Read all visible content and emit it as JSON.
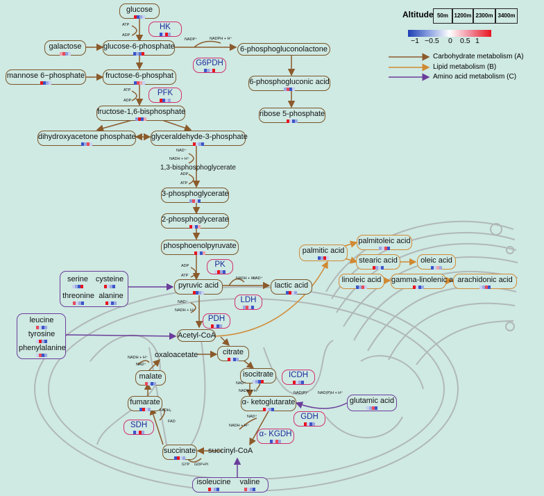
{
  "legend": {
    "altitude_label": "Altitude",
    "altitudes": [
      "50m",
      "1200m",
      "2300m",
      "3400m"
    ],
    "scale_ticks": [
      "−1",
      "−0.5",
      "0",
      "0.5",
      "1"
    ],
    "pathways": [
      {
        "label": "Carbohydrate metabolism (A)",
        "color": "#8b5a2b"
      },
      {
        "label": "Lipid metabolism (B)",
        "color": "#d08a33"
      },
      {
        "label": "Amino acid metabolism (C)",
        "color": "#6a3d9a"
      }
    ]
  },
  "nodes": {
    "glucose": {
      "label": "glucose",
      "heat": [
        "#e8141e",
        "#3b55c8",
        "#9aa8e0",
        "#c8d0f0"
      ]
    },
    "galactose": {
      "label": "galactose",
      "heat": [
        "#f0a0aa",
        "#e84a5a",
        "#8a9ad8",
        "#c8d0f0"
      ]
    },
    "g6p": {
      "label": "glucose-6-phosphate",
      "heat": [
        "#3b55c8",
        "#9aa8e0",
        "#5a6fd0",
        "#e8141e"
      ]
    },
    "mannose": {
      "label": "mannose 6−phosphate",
      "heat": [
        "#e8141e",
        "#3b55c8",
        "#9aa8e0",
        "#c8d0f0"
      ]
    },
    "f6p": {
      "label": "fructose-6-phosphat",
      "heat": [
        "#3b55c8",
        "#e84a5a",
        "#f0a0aa",
        "#c8d0f0"
      ]
    },
    "fbp": {
      "label": "fructose-1,6-bisphosphate",
      "heat": [
        "#8a9ad8",
        "#e8141e",
        "#3b55c8",
        "#f0a0aa"
      ]
    },
    "dhap": {
      "label": "dihydroxyacetone phosphate",
      "heat": [
        "#3b55c8",
        "#9aa8e0",
        "#e84a5a",
        "#c8d0f0"
      ]
    },
    "g3p": {
      "label": "glyceraldehyde-3-phosphate",
      "heat": [
        "#e8141e",
        "#c8d0f0",
        "#9aa8e0",
        "#3b55c8"
      ]
    },
    "pga3": {
      "label": "3-phosphoglycerate",
      "heat": [
        "#8a9ad8",
        "#e84a5a",
        "#c8d0f0",
        "#3b55c8"
      ]
    },
    "pga2": {
      "label": "2-phosphoglycerate",
      "heat": [
        "#e8141e",
        "#c8d0f0",
        "#3b55c8",
        "#f0a0aa"
      ]
    },
    "pep": {
      "label": "phosphoenolpyruvate",
      "heat": [
        "#e8141e",
        "#c8d0f0",
        "#3b55c8",
        "#f0a0aa"
      ]
    },
    "pyruvate": {
      "label": "pyruvic acid",
      "heat": [
        "#e8141e",
        "#3b55c8",
        "#9aa8e0",
        "#c8d0f0"
      ]
    },
    "lactate": {
      "label": "lactic acid",
      "heat": [
        "#3b55c8",
        "#e8141e",
        "#c8d0f0",
        "#9aa8e0"
      ]
    },
    "acetylcoa": {
      "label": "Acetyl-CoA",
      "heat": []
    },
    "pgl6": {
      "label": "6-phosphogluconolactone",
      "heat": []
    },
    "pga6": {
      "label": "6-phosphogluconic acid",
      "heat": [
        "#9aa8e0",
        "#e84a5a",
        "#3b55c8",
        "#c8d0f0"
      ]
    },
    "ribose": {
      "label": "ribose 5-phosphate",
      "heat": [
        "#e8141e",
        "#c8d0f0",
        "#3b55c8",
        "#9aa8e0"
      ]
    },
    "palmitic": {
      "label": "palmitic  acid",
      "heat": [
        "#3b55c8",
        "#9aa8e0",
        "#e8141e",
        "#c8d0f0"
      ]
    },
    "palmitoleic": {
      "label": "palmitoleic acid",
      "heat": [
        "#9aa8e0",
        "#c8d0f0",
        "#e84a5a",
        "#3b55c8"
      ]
    },
    "stearic": {
      "label": "stearic acid",
      "heat": [
        "#e8141e",
        "#9aa8e0",
        "#c8d0f0",
        "#3b55c8"
      ]
    },
    "oleic": {
      "label": "oleic acid",
      "heat": [
        "#3b55c8",
        "#c8d0f0",
        "#f0a0aa",
        "#9aa8e0"
      ]
    },
    "linoleic": {
      "label": "linoleic acid",
      "heat": [
        "#3b55c8",
        "#9aa8e0",
        "#e84a5a",
        "#c8d0f0"
      ]
    },
    "gla": {
      "label": "gamma-linolenic acid",
      "heat": [
        "#e8141e",
        "#c8d0f0",
        "#3b55c8",
        "#9aa8e0"
      ]
    },
    "arachidonic": {
      "label": "arachidonic acid",
      "heat": [
        "#c8d0f0",
        "#9aa8e0",
        "#e84a5a",
        "#3b55c8"
      ]
    },
    "oxaloacetate": {
      "label": "oxaloacetate",
      "heat": []
    },
    "citrate": {
      "label": "citrate",
      "heat": [
        "#e8141e",
        "#c8d0f0",
        "#3b55c8",
        "#9aa8e0"
      ]
    },
    "malate": {
      "label": "malate",
      "heat": [
        "#e84a5a",
        "#c8d0f0",
        "#3b55c8",
        "#9aa8e0"
      ]
    },
    "isocitrate": {
      "label": "isocitrate",
      "heat": [
        "#c8d0f0",
        "#9aa8e0",
        "#3b55c8",
        "#e8141e"
      ]
    },
    "fumarate": {
      "label": "fumarate",
      "heat": [
        "#3b55c8",
        "#e8141e",
        "#c8d0f0",
        "#9aa8e0"
      ]
    },
    "akg": {
      "label": "α- ketoglutarate",
      "heat": [
        "#e8141e",
        "#c8d0f0",
        "#9aa8e0",
        "#3b55c8"
      ]
    },
    "glutamic": {
      "label": "glutamic acid",
      "heat": [
        "#c8d0f0",
        "#9aa8e0",
        "#e84a5a",
        "#3b55c8"
      ]
    },
    "succinate": {
      "label": "succinate",
      "heat": [
        "#3b55c8",
        "#e8141e",
        "#c8d0f0",
        "#9aa8e0"
      ]
    },
    "succinylcoa": {
      "label": "succinyl-CoA",
      "heat": []
    }
  },
  "enzymes": {
    "hk": {
      "label": "HK",
      "heat": [
        "#3b55c8",
        "#c8d0f0",
        "#e8141e",
        "#9aa8e0"
      ]
    },
    "g6pdh": {
      "label": "G6PDH",
      "heat": [
        "#3b55c8",
        "#9aa8e0",
        "#c8d0f0",
        "#e8141e"
      ]
    },
    "pfk": {
      "label": "PFK",
      "heat": [
        "#e8141e",
        "#3b55c8",
        "#c8d0f0",
        "#9aa8e0"
      ]
    },
    "pk": {
      "label": "PK",
      "heat": [
        "#c8d0f0",
        "#e8141e",
        "#9aa8e0",
        "#3b55c8"
      ]
    },
    "ldh": {
      "label": "LDH",
      "heat": [
        "#9aa8e0",
        "#e84a5a",
        "#c8d0f0",
        "#3b55c8"
      ]
    },
    "pdh": {
      "label": "PDH",
      "heat": [
        "#e8141e",
        "#c8d0f0",
        "#3b55c8",
        "#9aa8e0"
      ]
    },
    "icdh": {
      "label": "ICDH",
      "heat": [
        "#e8141e",
        "#c8d0f0",
        "#9aa8e0",
        "#3b55c8"
      ]
    },
    "gdh": {
      "label": "GDH",
      "heat": [
        "#e8141e",
        "#c8d0f0",
        "#3b55c8",
        "#9aa8e0"
      ]
    },
    "sdh": {
      "label": "SDH",
      "heat": [
        "#3b55c8",
        "#c8d0f0",
        "#e8141e",
        "#9aa8e0"
      ]
    },
    "akgdh": {
      "label": "α- KGDH",
      "heat": [
        "#3b55c8",
        "#c8d0f0",
        "#e84a5a",
        "#9aa8e0"
      ]
    }
  },
  "amino_groups": {
    "ser_group": {
      "items": [
        {
          "label": "serine",
          "heat": [
            "#c8d0f0",
            "#9aa8e0",
            "#3b55c8",
            "#e8141e"
          ]
        },
        {
          "label": "cysteine",
          "heat": [
            "#e8141e",
            "#c8d0f0",
            "#9aa8e0",
            "#3b55c8"
          ]
        },
        {
          "label": "threonine",
          "heat": [
            "#e84a5a",
            "#c8d0f0",
            "#9aa8e0",
            "#3b55c8"
          ]
        },
        {
          "label": "alanine",
          "heat": [
            "#e8141e",
            "#c8d0f0",
            "#3b55c8",
            "#9aa8e0"
          ]
        }
      ]
    },
    "leu_group": {
      "items": [
        {
          "label": "leucine",
          "heat": [
            "#e84a5a",
            "#c8d0f0",
            "#3b55c8",
            "#9aa8e0"
          ]
        },
        {
          "label": "tyrosine",
          "heat": [
            "#c8d0f0",
            "#e8141e",
            "#9aa8e0",
            "#3b55c8"
          ]
        },
        {
          "label": "phenylalanine",
          "heat": [
            "#c8d0f0",
            "#e84a5a",
            "#3b55c8",
            "#9aa8e0"
          ]
        }
      ]
    },
    "ile_group": {
      "items": [
        {
          "label": "isoleucine",
          "heat": [
            "#e8141e",
            "#c8d0f0",
            "#9aa8e0",
            "#3b55c8"
          ]
        },
        {
          "label": "valine",
          "heat": [
            "#e84a5a",
            "#c8d0f0",
            "#9aa8e0",
            "#3b55c8"
          ]
        }
      ]
    }
  },
  "cofactors": {
    "atp1": "ATP",
    "adp1": "ADP",
    "nadp1": "NADP⁺",
    "nadph1": "NADPH + H⁺",
    "atp2": "ATP",
    "adp2": "ADP",
    "nad1": "NAD⁺",
    "nadh1": "NADH + H⁺",
    "bpg": "1,3-bisphosphoglycerate",
    "adp3": "ADP",
    "atp3": "ATP",
    "adp4": "ADP",
    "atp4": "ATP",
    "nadh2": "NADH + H⁺",
    "nad2": "NAD⁺",
    "nad3": "NAD⁺",
    "nadh3": "NADH + H⁺",
    "nadh4": "NADH + H⁺",
    "nad4": "NAD⁺",
    "nad5": "NAD⁺",
    "nadh5": "NADH + H⁺",
    "nadp2": "NAD(P)⁺",
    "nadph2": "NAD(P)H + H⁺",
    "fadh2": "FADH₂",
    "fad": "FAD",
    "nadh6": "NADH + H⁺",
    "nad6": "NAD⁺",
    "gtp": "GTP",
    "gdp": "GDP+Pi"
  }
}
